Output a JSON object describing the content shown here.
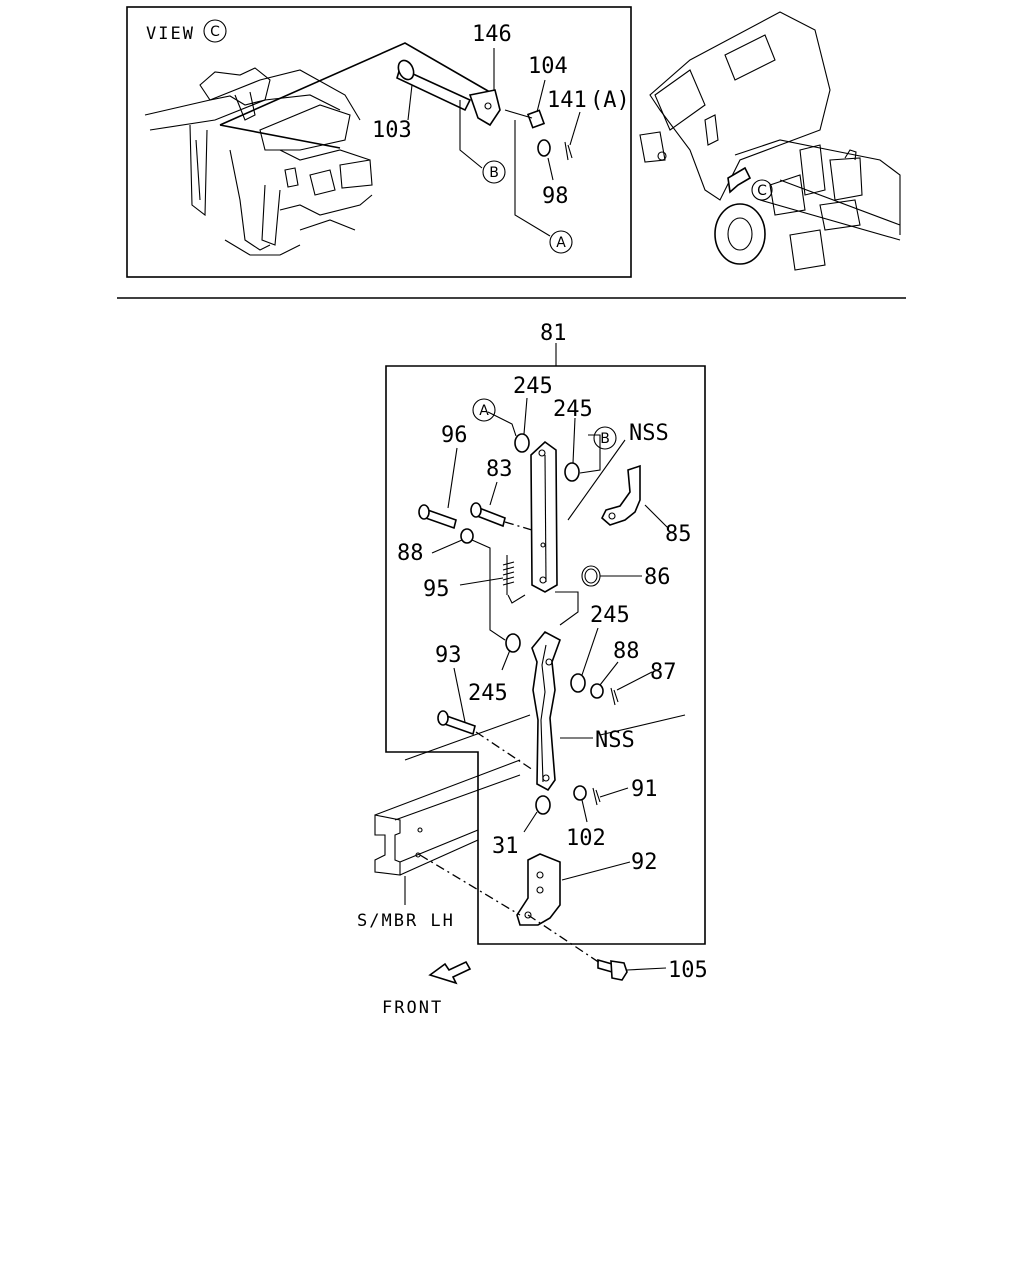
{
  "top_panel": {
    "view_label": "VIEW",
    "view_ref": "C",
    "callouts": {
      "p146": "146",
      "p104": "104",
      "p141": "141",
      "p141_ref": "(A)",
      "p103": "103",
      "p98": "98",
      "ref_b": "B",
      "ref_a": "A"
    }
  },
  "truck_view": {
    "arrow_ref": "C"
  },
  "main_panel": {
    "group": "81",
    "callouts": {
      "ref_a": "A",
      "ref_b": "B",
      "p245_top": "245",
      "p245_b": "245",
      "nss_top": "NSS",
      "p96": "96",
      "p83": "83",
      "p85": "85",
      "p88_left": "88",
      "p86": "86",
      "p95": "95",
      "p245_mid": "245",
      "p88_right": "88",
      "p87": "87",
      "p93": "93",
      "p245_low": "245",
      "nss_low": "NSS",
      "p91": "91",
      "p31": "31",
      "p102": "102",
      "p92": "92",
      "p105": "105"
    },
    "frame_label": "S/MBR LH",
    "front_label": "FRONT"
  }
}
